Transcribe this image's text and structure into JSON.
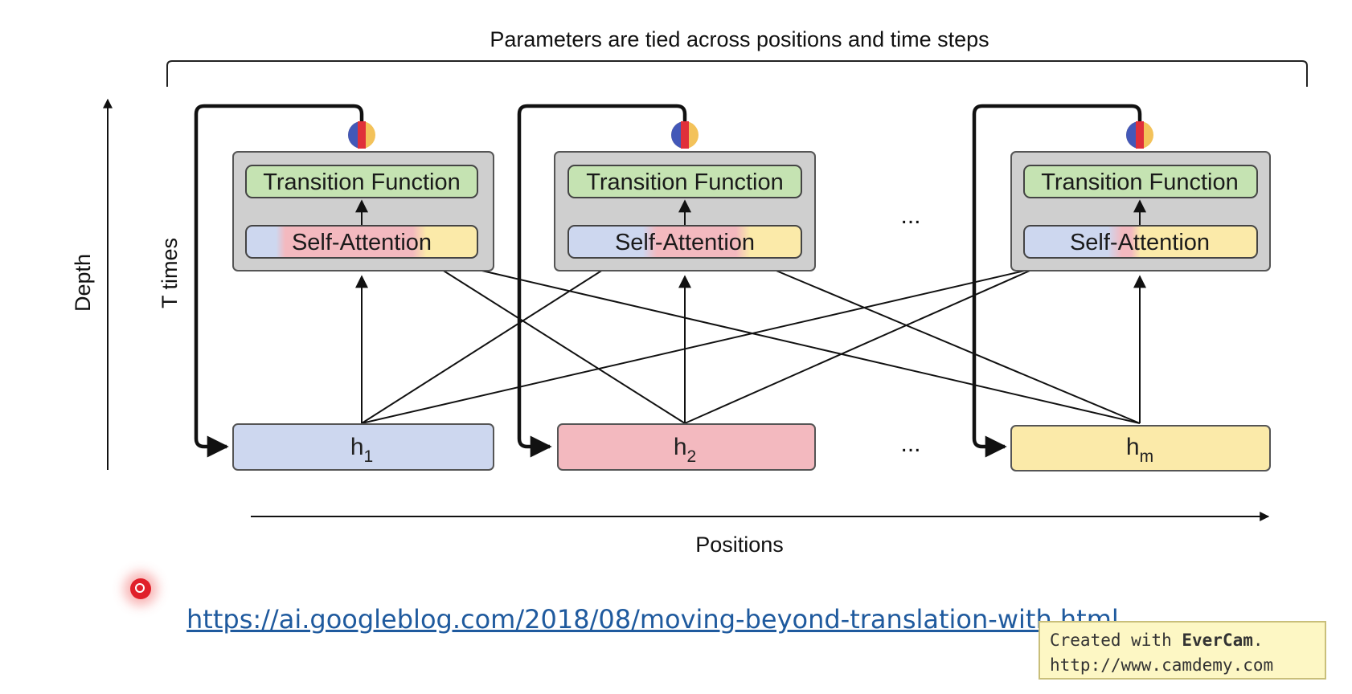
{
  "diagram": {
    "top_label": "Parameters are tied across positions and time steps",
    "depth_label": "Depth",
    "t_times_label": "T times",
    "positions_label": "Positions",
    "ellipsis": "...",
    "columns": [
      {
        "transition_label": "Transition Function",
        "attention_label": "Self-Attention",
        "h_main": "h",
        "h_sub": "1",
        "h_color": "#cdd7ef"
      },
      {
        "transition_label": "Transition Function",
        "attention_label": "Self-Attention",
        "h_main": "h",
        "h_sub": "2",
        "h_color": "#f3b9bf"
      },
      {
        "transition_label": "Transition Function",
        "attention_label": "Self-Attention",
        "h_main": "h",
        "h_sub": "m",
        "h_color": "#fbeaa9"
      }
    ],
    "colors": {
      "transition_fill": "#c5e3b2",
      "module_fill": "#cfcfcf",
      "blue": "#cdd7ef",
      "red": "#f3b9bf",
      "yellow": "#fbeaa9"
    }
  },
  "link": {
    "text": "https://ai.googleblog.com/2018/08/moving-beyond-translation-with.html"
  },
  "watermark": {
    "prefix": "Created with ",
    "brand": "EverCam",
    "suffix": ".",
    "url": "http://www.camdemy.com"
  }
}
